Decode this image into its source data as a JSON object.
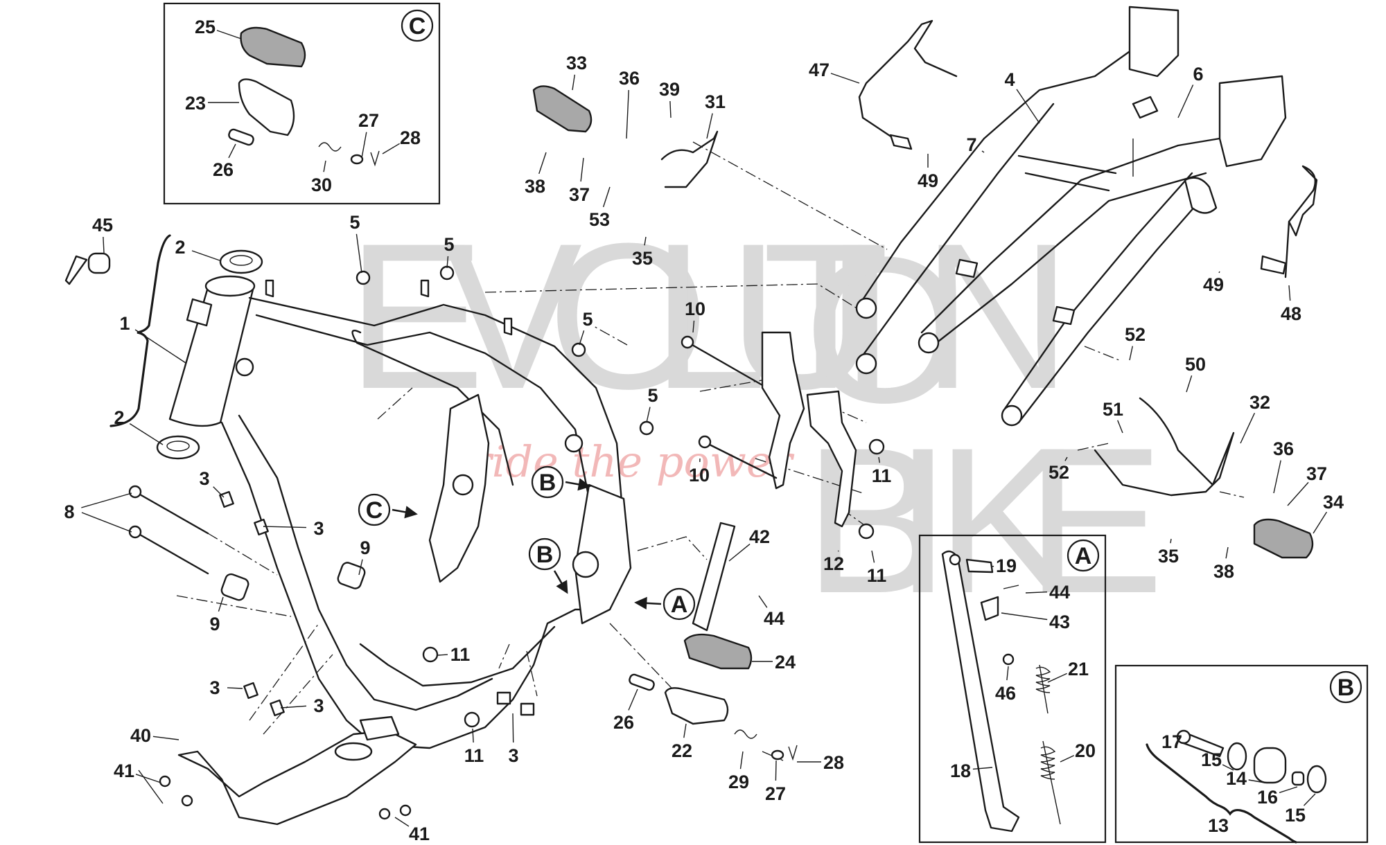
{
  "diagram": {
    "title": "Frame assembly exploded parts diagram",
    "watermark": {
      "line1_letters": [
        "E",
        "V",
        "O",
        "L",
        "U",
        "T",
        "I",
        "O",
        "N"
      ],
      "line2_letters": [
        "B",
        "I",
        "K",
        "E"
      ],
      "tagline": "ride the power"
    },
    "detail_views": [
      {
        "id": "C",
        "label": "C"
      },
      {
        "id": "A",
        "label": "A"
      },
      {
        "id": "B",
        "label": "B"
      }
    ],
    "reference_arrows": [
      {
        "id": "ref-c",
        "label": "C"
      },
      {
        "id": "ref-b-upper",
        "label": "B"
      },
      {
        "id": "ref-b-lower",
        "label": "B"
      },
      {
        "id": "ref-a",
        "label": "A"
      }
    ],
    "callouts": [
      {
        "id": "c25",
        "label": "25"
      },
      {
        "id": "c23",
        "label": "23"
      },
      {
        "id": "c26a",
        "label": "26"
      },
      {
        "id": "c27a",
        "label": "27"
      },
      {
        "id": "c28a",
        "label": "28"
      },
      {
        "id": "c30",
        "label": "30"
      },
      {
        "id": "c45",
        "label": "45"
      },
      {
        "id": "c2a",
        "label": "2"
      },
      {
        "id": "c1",
        "label": "1"
      },
      {
        "id": "c2b",
        "label": "2"
      },
      {
        "id": "c5a",
        "label": "5"
      },
      {
        "id": "c5b",
        "label": "5"
      },
      {
        "id": "c5c",
        "label": "5"
      },
      {
        "id": "c5d",
        "label": "5"
      },
      {
        "id": "c33",
        "label": "33"
      },
      {
        "id": "c36a",
        "label": "36"
      },
      {
        "id": "c39",
        "label": "39"
      },
      {
        "id": "c31",
        "label": "31"
      },
      {
        "id": "c38a",
        "label": "38"
      },
      {
        "id": "c37a",
        "label": "37"
      },
      {
        "id": "c53",
        "label": "53"
      },
      {
        "id": "c35a",
        "label": "35"
      },
      {
        "id": "c47",
        "label": "47"
      },
      {
        "id": "c49a",
        "label": "49"
      },
      {
        "id": "c4",
        "label": "4"
      },
      {
        "id": "c6",
        "label": "6"
      },
      {
        "id": "c7",
        "label": "7"
      },
      {
        "id": "c49b",
        "label": "49"
      },
      {
        "id": "c48",
        "label": "48"
      },
      {
        "id": "c10a",
        "label": "10"
      },
      {
        "id": "c10b",
        "label": "10"
      },
      {
        "id": "c11a",
        "label": "11"
      },
      {
        "id": "c12",
        "label": "12"
      },
      {
        "id": "c11b",
        "label": "11"
      },
      {
        "id": "c52a",
        "label": "52"
      },
      {
        "id": "c50",
        "label": "50"
      },
      {
        "id": "c51",
        "label": "51"
      },
      {
        "id": "c32",
        "label": "32"
      },
      {
        "id": "c52b",
        "label": "52"
      },
      {
        "id": "c36b",
        "label": "36"
      },
      {
        "id": "c37b",
        "label": "37"
      },
      {
        "id": "c34",
        "label": "34"
      },
      {
        "id": "c35b",
        "label": "35"
      },
      {
        "id": "c38b",
        "label": "38"
      },
      {
        "id": "c8",
        "label": "8"
      },
      {
        "id": "c3a",
        "label": "3"
      },
      {
        "id": "c3b",
        "label": "3"
      },
      {
        "id": "c9a",
        "label": "9"
      },
      {
        "id": "c9b",
        "label": "9"
      },
      {
        "id": "c42",
        "label": "42"
      },
      {
        "id": "c44a",
        "label": "44"
      },
      {
        "id": "c11c",
        "label": "11"
      },
      {
        "id": "c24",
        "label": "24"
      },
      {
        "id": "c3c",
        "label": "3"
      },
      {
        "id": "c3d",
        "label": "3"
      },
      {
        "id": "c40",
        "label": "40"
      },
      {
        "id": "c41a",
        "label": "41"
      },
      {
        "id": "c41b",
        "label": "41"
      },
      {
        "id": "c11d",
        "label": "11"
      },
      {
        "id": "c3e",
        "label": "3"
      },
      {
        "id": "c26b",
        "label": "26"
      },
      {
        "id": "c22",
        "label": "22"
      },
      {
        "id": "c29",
        "label": "29"
      },
      {
        "id": "c27b",
        "label": "27"
      },
      {
        "id": "c28b",
        "label": "28"
      },
      {
        "id": "c19",
        "label": "19"
      },
      {
        "id": "c44b",
        "label": "44"
      },
      {
        "id": "c43",
        "label": "43"
      },
      {
        "id": "c21",
        "label": "21"
      },
      {
        "id": "c46",
        "label": "46"
      },
      {
        "id": "c20",
        "label": "20"
      },
      {
        "id": "c18",
        "label": "18"
      },
      {
        "id": "c17",
        "label": "17"
      },
      {
        "id": "c15a",
        "label": "15"
      },
      {
        "id": "c14",
        "label": "14"
      },
      {
        "id": "c16",
        "label": "16"
      },
      {
        "id": "c15b",
        "label": "15"
      },
      {
        "id": "c13",
        "label": "13"
      }
    ]
  }
}
